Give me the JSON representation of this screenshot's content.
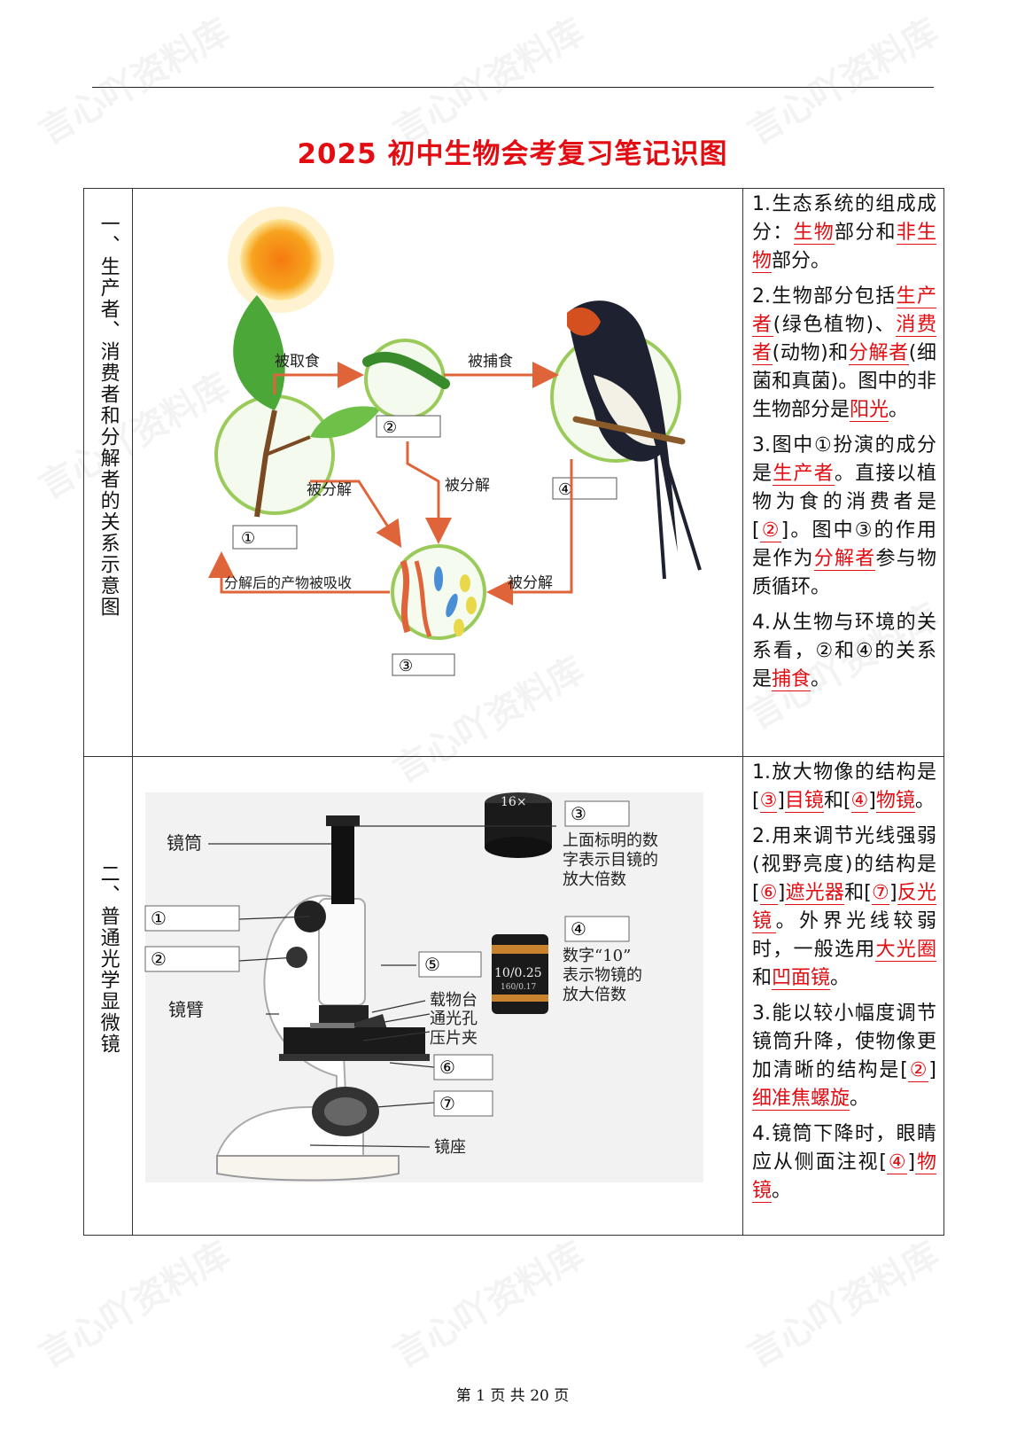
{
  "title": "2025 初中生物会考复习笔记识图",
  "watermark": "言心吖资料库",
  "footer": "第 1 页 共 20 页",
  "section1": {
    "label": "一、生产者、消费者和分解者的关系示意图",
    "arrows": {
      "eaten": "被取食",
      "preyed": "被捕食",
      "decomposed": "被分解",
      "absorbed": "分解后的产物被吸收"
    },
    "circle_nums": [
      "①",
      "②",
      "③",
      "④"
    ],
    "notes": [
      [
        {
          "t": "1.生态系统的组成成分："
        },
        {
          "t": "生物",
          "a": true
        },
        {
          "t": "部分和"
        },
        {
          "t": "非生物",
          "a": true
        },
        {
          "t": "部分。"
        }
      ],
      [
        {
          "t": "2.生物部分包括"
        },
        {
          "t": "生产者",
          "a": true
        },
        {
          "t": "(绿色植物)、"
        },
        {
          "t": "消费者",
          "a": true
        },
        {
          "t": "(动物)和"
        },
        {
          "t": "分解者",
          "a": true
        },
        {
          "t": "(细菌和真菌)。图中的非生物部分是"
        },
        {
          "t": "阳光",
          "a": true
        },
        {
          "t": "。"
        }
      ],
      [
        {
          "t": "3.图中①扮演的成分是"
        },
        {
          "t": "生产者",
          "a": true
        },
        {
          "t": "。直接以植物为食的消费者是["
        },
        {
          "t": "②",
          "a": true
        },
        {
          "t": "]。图中③的作用是作为"
        },
        {
          "t": "分解者",
          "a": true
        },
        {
          "t": "参与物质循环。"
        }
      ],
      [
        {
          "t": "4.从生物与环境的关系看，②和④的关系是"
        },
        {
          "t": "捕食",
          "a": true
        },
        {
          "t": "。"
        }
      ]
    ]
  },
  "section2": {
    "label": "二、普通光学显微镜",
    "parts": {
      "tube": "镜筒",
      "arm": "镜臂",
      "stage": "载物台",
      "aperture": "通光孔",
      "clip": "压片夹",
      "base": "镜座"
    },
    "nums": [
      "①",
      "②",
      "③",
      "④",
      "⑤",
      "⑥",
      "⑦"
    ],
    "eyepiece_mark": "16×",
    "eyepiece_note": [
      "上面标明的数",
      "字表示目镜的",
      "放大倍数"
    ],
    "objective_mark": "10/0.25",
    "objective_sub": "160/0.17",
    "objective_note": [
      "数字“10”",
      "表示物镜的",
      "放大倍数"
    ],
    "notes": [
      [
        {
          "t": "1.放大物像的结构是["
        },
        {
          "t": "③",
          "a": true
        },
        {
          "t": "]"
        },
        {
          "t": "目镜",
          "a": true
        },
        {
          "t": "和["
        },
        {
          "t": "④",
          "a": true
        },
        {
          "t": "]"
        },
        {
          "t": "物镜",
          "a": true
        },
        {
          "t": "。"
        }
      ],
      [
        {
          "t": "2.用来调节光线强弱(视野亮度)的结构是["
        },
        {
          "t": "⑥",
          "a": true
        },
        {
          "t": "]"
        },
        {
          "t": "遮光器",
          "a": true
        },
        {
          "t": "和["
        },
        {
          "t": "⑦",
          "a": true
        },
        {
          "t": "]"
        },
        {
          "t": "反光镜",
          "a": true
        },
        {
          "t": "。外界光线较弱时，一般选用"
        },
        {
          "t": "大光圈",
          "a": true
        },
        {
          "t": "和"
        },
        {
          "t": "凹面镜",
          "a": true
        },
        {
          "t": "。"
        }
      ],
      [
        {
          "t": "3.能以较小幅度调节镜筒升降，使物像更加清晰的结构是["
        },
        {
          "t": "②",
          "a": true
        },
        {
          "t": "]"
        },
        {
          "t": "细准焦螺旋",
          "a": true
        },
        {
          "t": "。"
        }
      ],
      [
        {
          "t": "4.镜筒下降时，眼睛应从侧面注视["
        },
        {
          "t": "④",
          "a": true
        },
        {
          "t": "]"
        },
        {
          "t": "物镜",
          "a": true
        },
        {
          "t": "。"
        }
      ]
    ]
  },
  "colors": {
    "answer_red": "#e10d12",
    "arrow_orange": "#e0643a",
    "circle_green": "#9acb5a"
  }
}
